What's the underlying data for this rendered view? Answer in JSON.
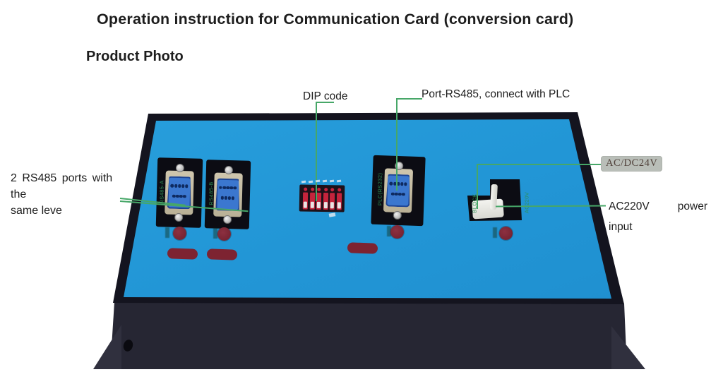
{
  "page": {
    "title": "Operation instruction for Communication Card (conversion card)",
    "subtitle": "Product Photo"
  },
  "annotations": {
    "dip_code": "DIP code",
    "port_rs485": "Port-RS485, connect with PLC",
    "rs485_ports_line1": "2 RS485 ports with the",
    "rs485_ports_line2": "same leve",
    "acdc24v": "AC/DC24V",
    "ac220v_word1": "AC220V",
    "ac220v_word2": "power",
    "ac220v_line2": "input"
  },
  "device": {
    "port_labels": {
      "rs485_a": "RS485-A",
      "rs485_b": "RS485-B",
      "plc": "PLC(RS232)",
      "block": "BLOCK",
      "ac220v": "AC220V"
    },
    "colors": {
      "panel_blue": "#2296d6",
      "case_dark": "#14141f",
      "annotation_green": "#47a768",
      "dip_red": "#c5243c",
      "led_red": "#7c2434",
      "acdc_box_bg": "#b9beb8"
    }
  }
}
